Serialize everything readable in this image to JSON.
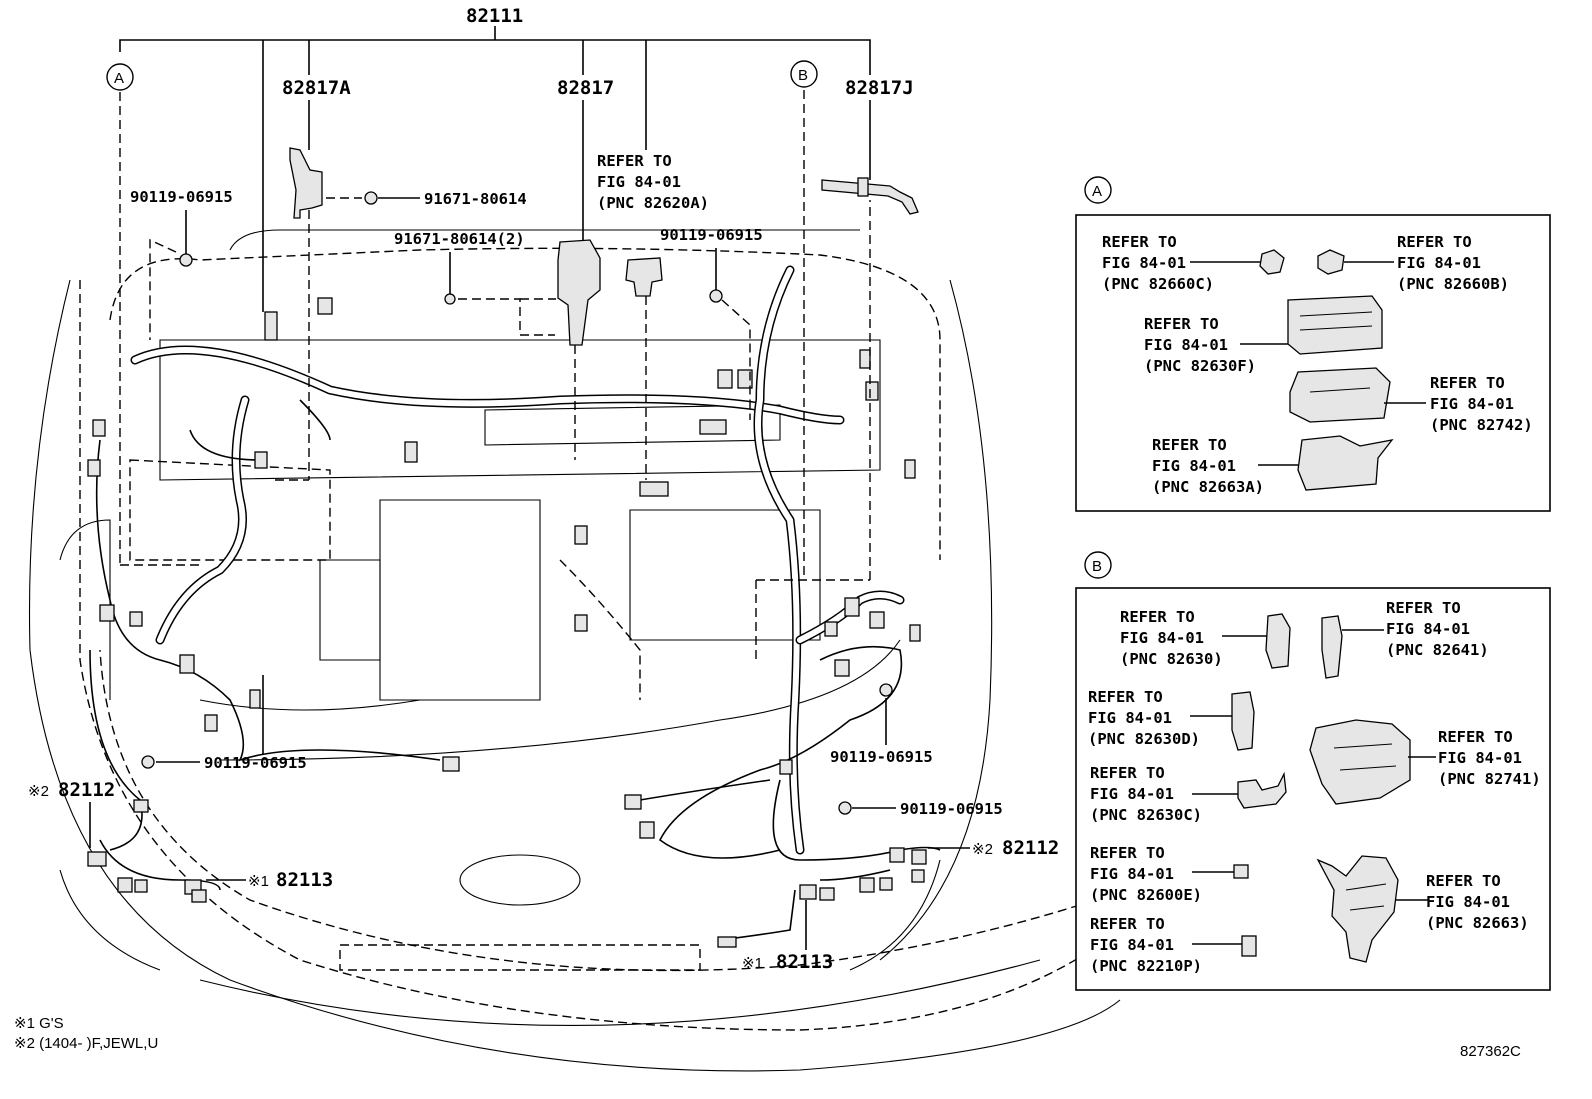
{
  "main_part": "82111",
  "callouts": {
    "p82817A": "82817A",
    "p82817": "82817",
    "p82817J": "82817J",
    "bolt_90119_a": "90119-06915",
    "bolt_91671_a": "91671-80614",
    "bolt_91671_b": "91671-80614(2)",
    "bolt_90119_b": "90119-06915",
    "bolt_90119_c": "90119-06915",
    "bolt_90119_d": "90119-06915",
    "bolt_90119_e": "90119-06915",
    "p82112_left": "82112",
    "p82112_right": "82112",
    "p82113_left": "82113",
    "p82113_bottom": "82113"
  },
  "marks": {
    "mark1": "※1",
    "mark2": "※2"
  },
  "top_refer": {
    "line1": "REFER TO",
    "line2": "FIG 84-01",
    "line3": "(PNC 82620A)"
  },
  "circle_labels": {
    "a": "A",
    "b": "B"
  },
  "panel_a": [
    {
      "l1": "REFER TO",
      "l2": "FIG 84-01",
      "l3": "(PNC 82660C)"
    },
    {
      "l1": "REFER TO",
      "l2": "FIG 84-01",
      "l3": "(PNC 82660B)"
    },
    {
      "l1": "REFER TO",
      "l2": "FIG 84-01",
      "l3": "(PNC 82630F)"
    },
    {
      "l1": "REFER TO",
      "l2": "FIG 84-01",
      "l3": "(PNC 82742)"
    },
    {
      "l1": "REFER TO",
      "l2": "FIG 84-01",
      "l3": "(PNC 82663A)"
    }
  ],
  "panel_b": [
    {
      "l1": "REFER TO",
      "l2": "FIG 84-01",
      "l3": "(PNC 82630)"
    },
    {
      "l1": "REFER TO",
      "l2": "FIG 84-01",
      "l3": "(PNC 82641)"
    },
    {
      "l1": "REFER TO",
      "l2": "FIG 84-01",
      "l3": "(PNC 82630D)"
    },
    {
      "l1": "REFER TO",
      "l2": "FIG 84-01",
      "l3": "(PNC 82741)"
    },
    {
      "l1": "REFER TO",
      "l2": "FIG 84-01",
      "l3": "(PNC 82630C)"
    },
    {
      "l1": "REFER TO",
      "l2": "FIG 84-01",
      "l3": "(PNC 82600E)"
    },
    {
      "l1": "REFER TO",
      "l2": "FIG 84-01",
      "l3": "(PNC 82663)"
    },
    {
      "l1": "REFER TO",
      "l2": "FIG 84-01",
      "l3": "(PNC 82210P)"
    }
  ],
  "notes": {
    "note1": "※1 G'S",
    "note2": "※2 (1404-        )F,JEWL,U"
  },
  "figure_id": "827362C"
}
